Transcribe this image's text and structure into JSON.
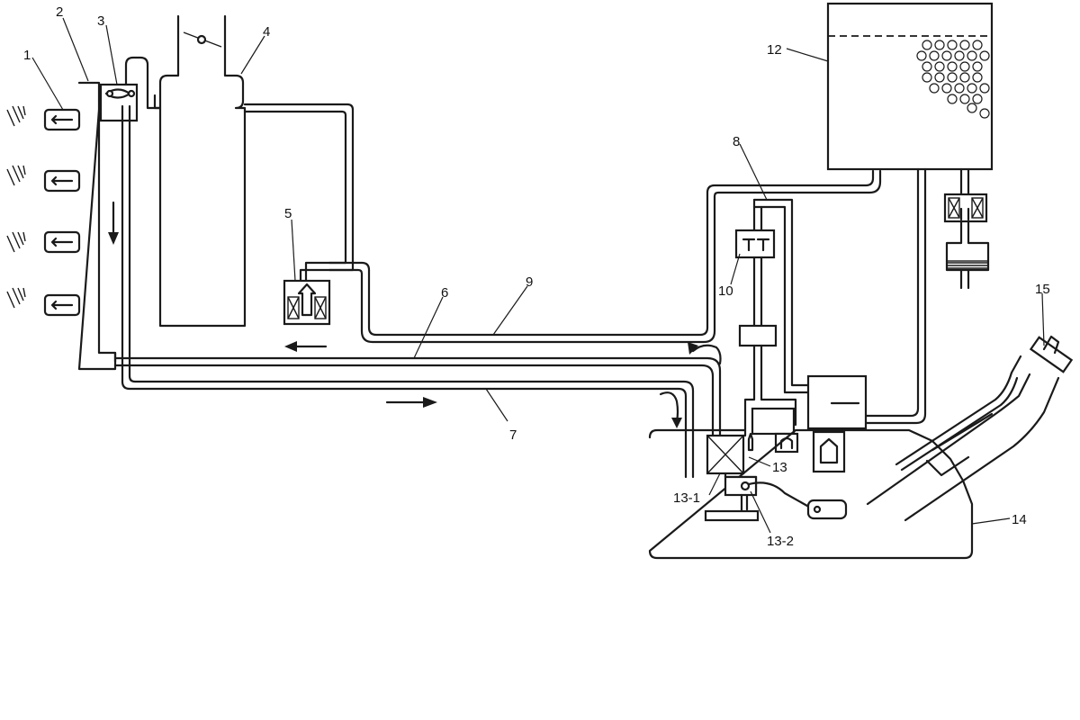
{
  "diagram": {
    "type": "fuel-evaporative-system-schematic",
    "labels": {
      "l1": "1",
      "l2": "2",
      "l3": "3",
      "l4": "4",
      "l5": "5",
      "l6": "6",
      "l7": "7",
      "l8": "8",
      "l9": "9",
      "l10": "10",
      "l12": "12",
      "l13": "13",
      "l13_1": "13-1",
      "l13_2": "13-2",
      "l14": "14",
      "l15": "15"
    },
    "colors": {
      "line": "#1a1a1a",
      "background": "#ffffff"
    }
  }
}
